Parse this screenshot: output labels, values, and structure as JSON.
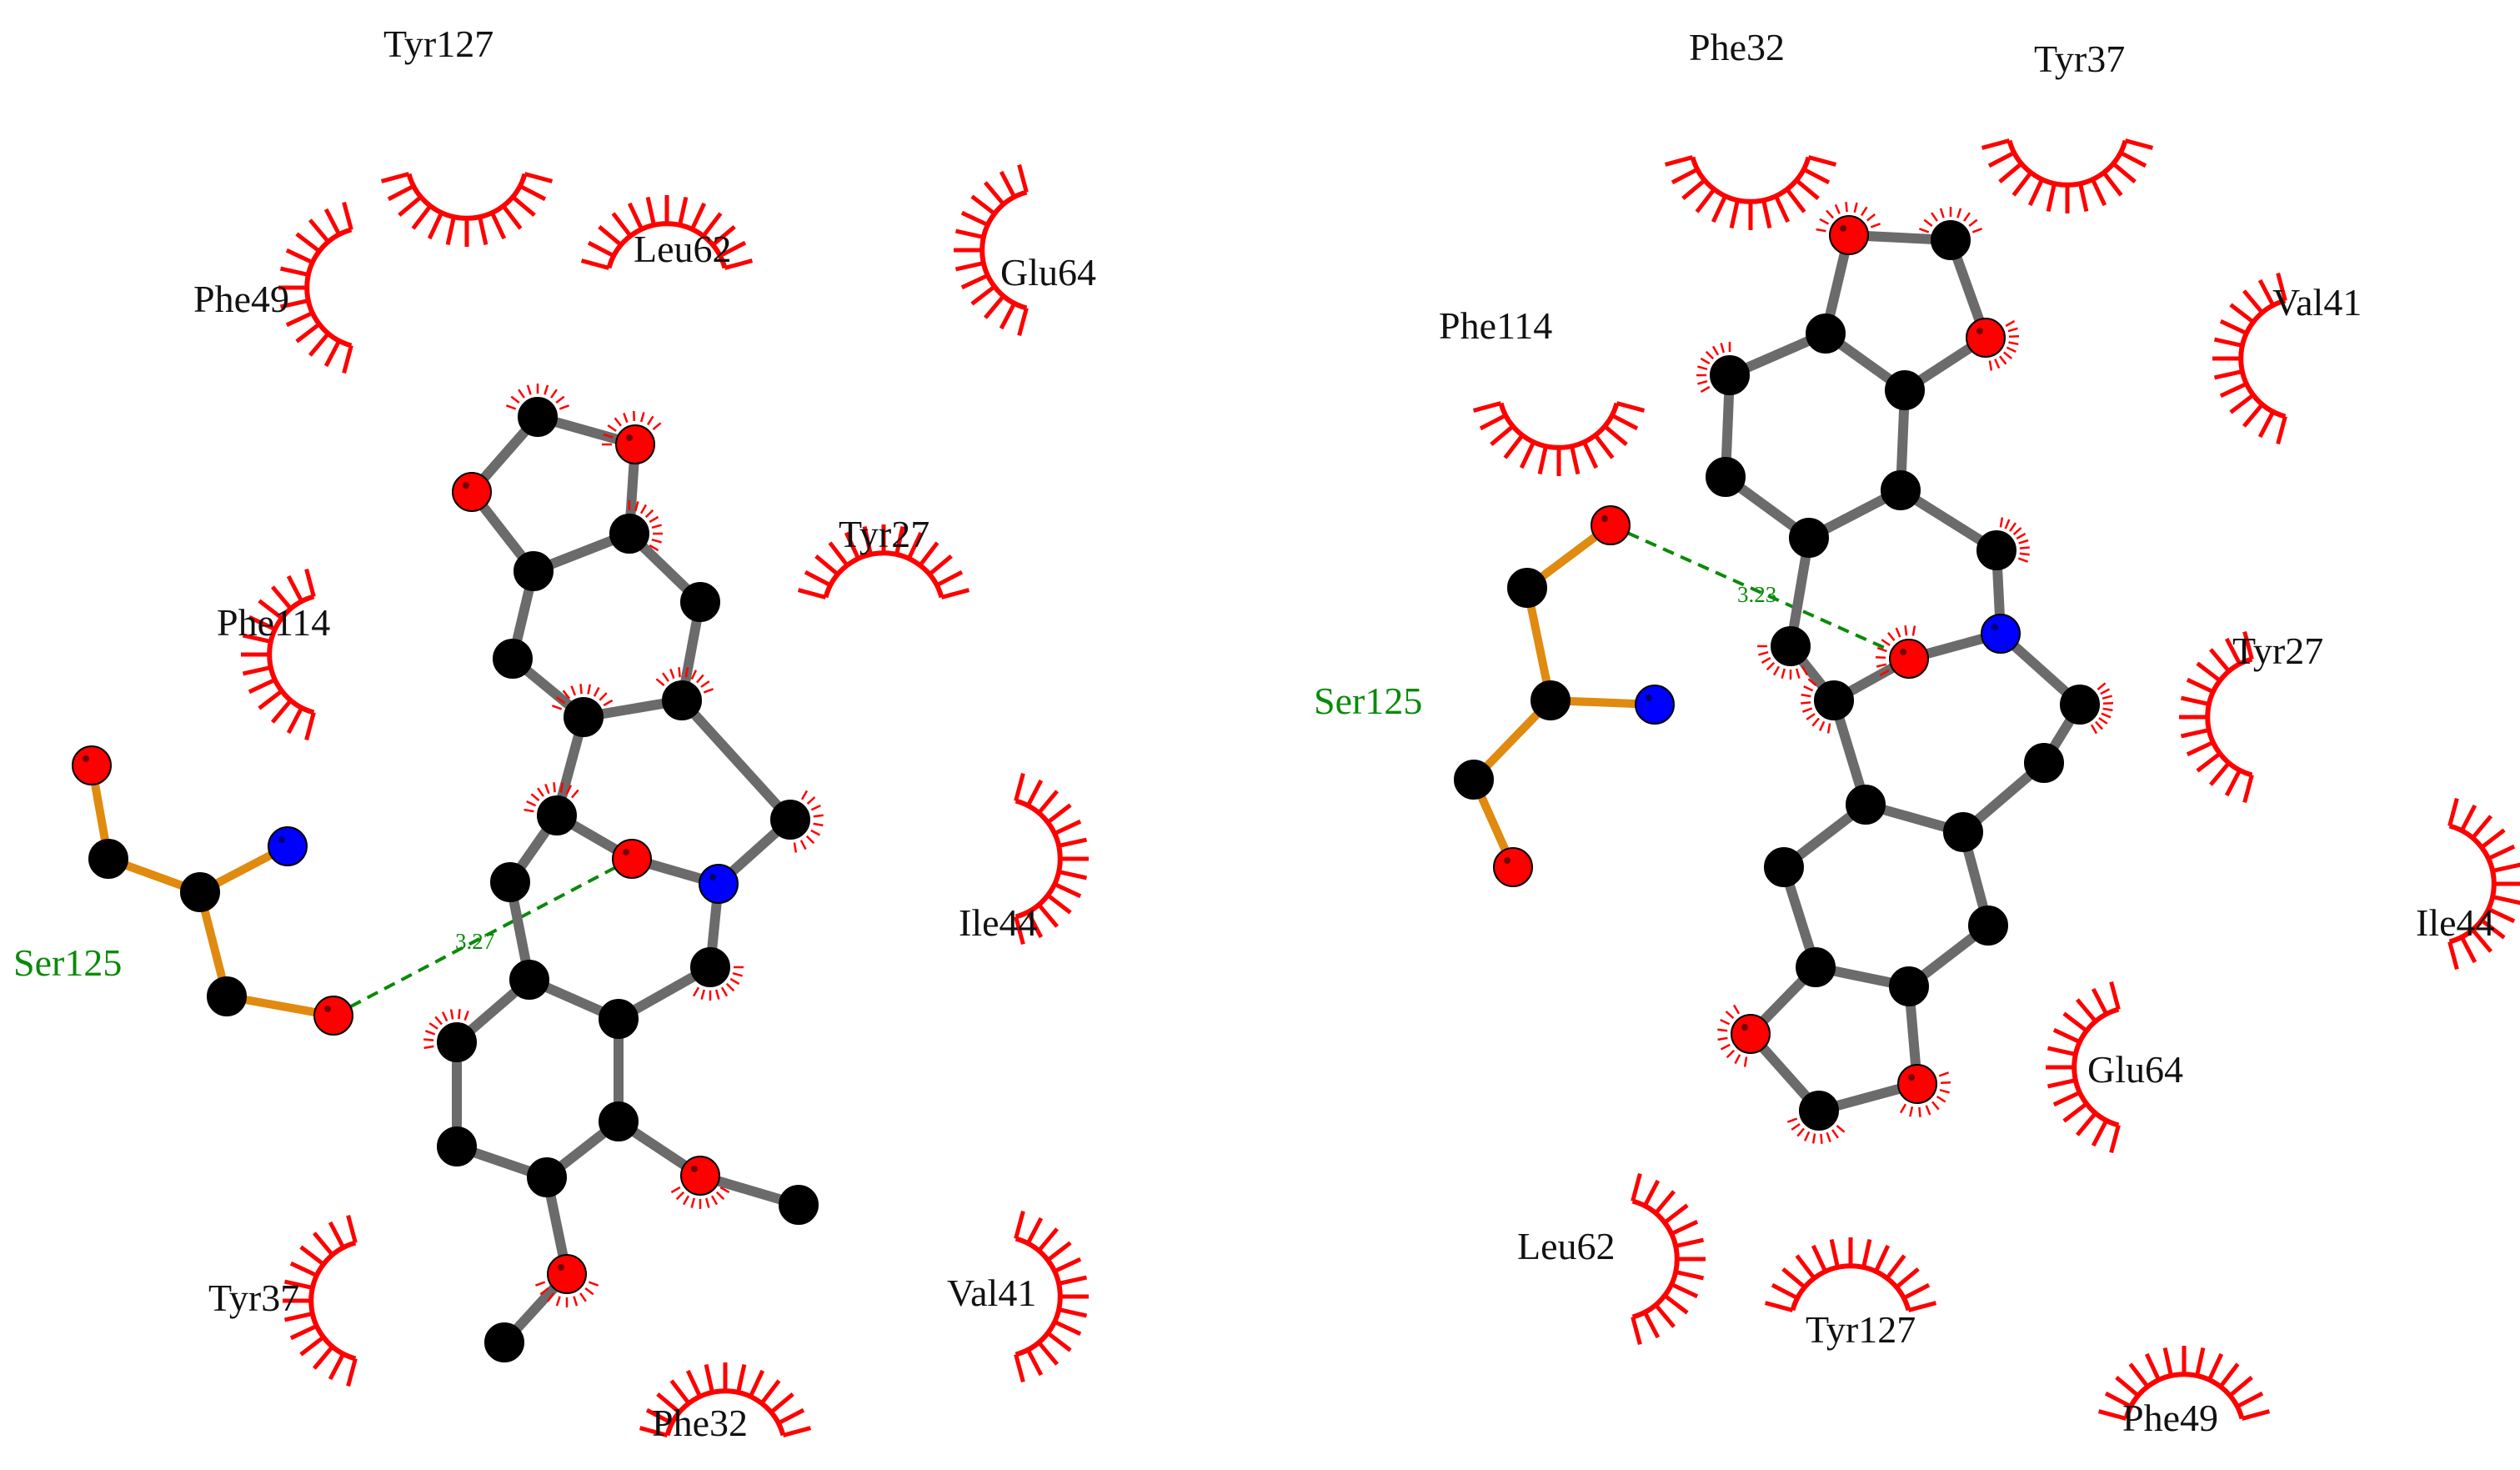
{
  "colors": {
    "carbon": "#000000",
    "oxygen": "#ff0000",
    "nitrogen": "#0000ff",
    "ligand_bond": "#6b6b6b",
    "residue_bond": "#e08a10",
    "hydrophobic_arc": "#ff0000",
    "hbond": "#0a8a0a",
    "label": "#111111",
    "hbond_residue_label": "#0a8a0a"
  },
  "panels": [
    {
      "hbond_residue": "Ser125",
      "hbond_distance": "3.27",
      "hydrophobic_residues": [
        "Tyr127",
        "Phe49",
        "Leu62",
        "Glu64",
        "Phe114",
        "Tyr27",
        "Ile44",
        "Tyr37",
        "Phe32",
        "Val41"
      ]
    },
    {
      "hbond_residue": "Ser125",
      "hbond_distance": "3.23",
      "hydrophobic_residues": [
        "Phe32",
        "Tyr37",
        "Phe114",
        "Val41",
        "Tyr27",
        "Ile44",
        "Glu64",
        "Leu62",
        "Tyr127",
        "Phe49"
      ]
    }
  ]
}
